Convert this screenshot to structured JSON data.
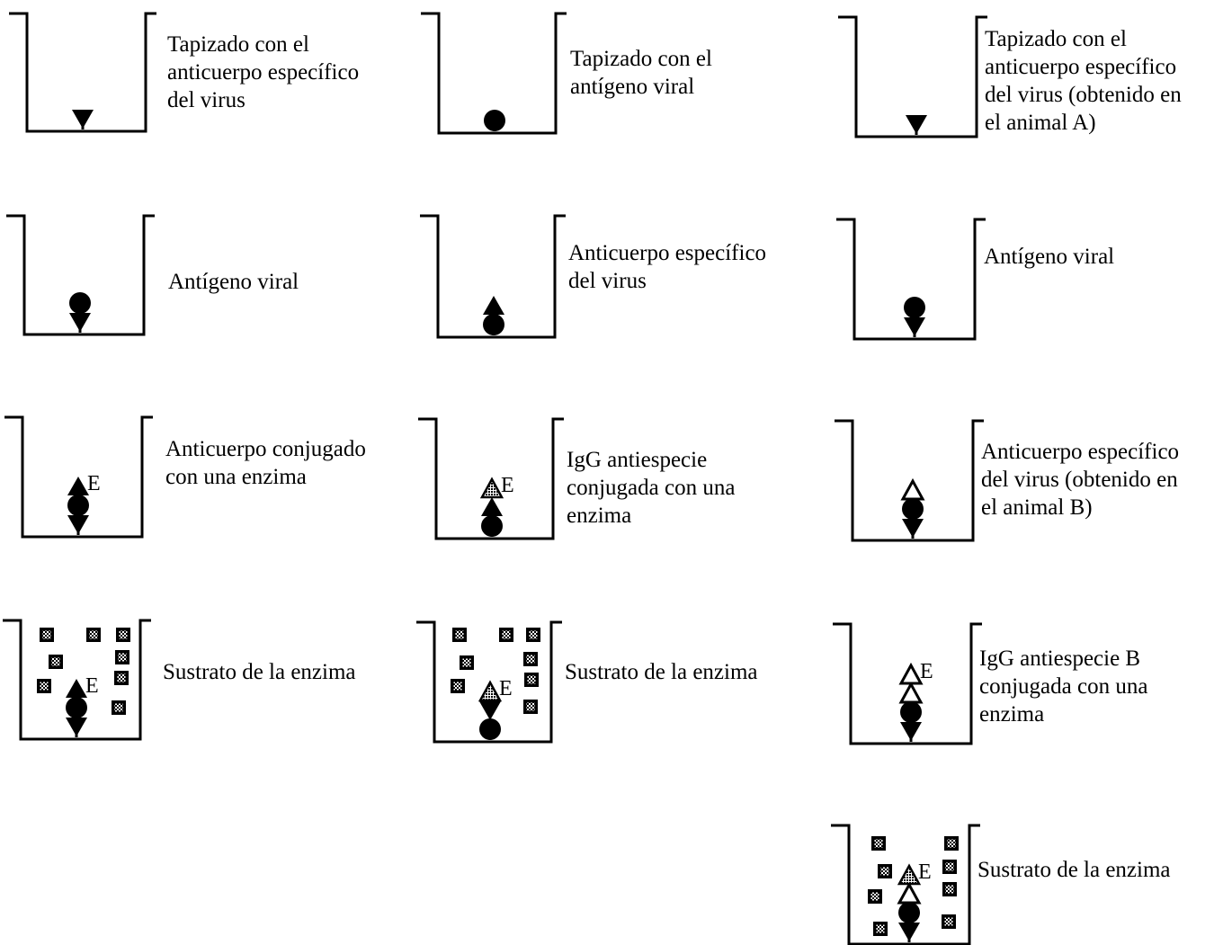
{
  "colors": {
    "ink": "#000000",
    "background": "#ffffff",
    "substrate_fill": "#9a9a9a"
  },
  "symbols": {
    "capture_antibody": "filled-down-triangle",
    "viral_antigen": "filled-circle",
    "specific_antibody": "filled-up-triangle",
    "antibody_animal_b": "outlined-up-triangle",
    "conjugated_antibody": "hatched-up-triangle",
    "enzyme_mark": "E",
    "substrate": "dotted-square"
  },
  "columns": [
    {
      "steps": [
        {
          "label": [
            "Tapizado con el",
            "anticuerpo específico",
            "del virus"
          ]
        },
        {
          "label": [
            "Antígeno viral"
          ]
        },
        {
          "label": [
            "Anticuerpo conjugado",
            "con una enzima"
          ]
        },
        {
          "label": [
            "Sustrato de la enzima"
          ]
        }
      ]
    },
    {
      "steps": [
        {
          "label": [
            "Tapizado con el",
            "antígeno viral"
          ]
        },
        {
          "label": [
            "Anticuerpo específico",
            "del virus"
          ]
        },
        {
          "label": [
            "IgG antiespecie",
            "conjugada con una",
            "enzima"
          ]
        },
        {
          "label": [
            "Sustrato de la enzima"
          ]
        }
      ]
    },
    {
      "steps": [
        {
          "label": [
            "Tapizado con el",
            "anticuerpo específico",
            "del virus (obtenido en",
            "el animal A)"
          ]
        },
        {
          "label": [
            "Antígeno viral"
          ]
        },
        {
          "label": [
            "Anticuerpo específico",
            "del virus (obtenido en",
            "el animal B)"
          ]
        },
        {
          "label": [
            "IgG antiespecie B",
            "conjugada con una",
            "enzima"
          ]
        },
        {
          "label": [
            "Sustrato de la enzima"
          ]
        }
      ]
    }
  ]
}
